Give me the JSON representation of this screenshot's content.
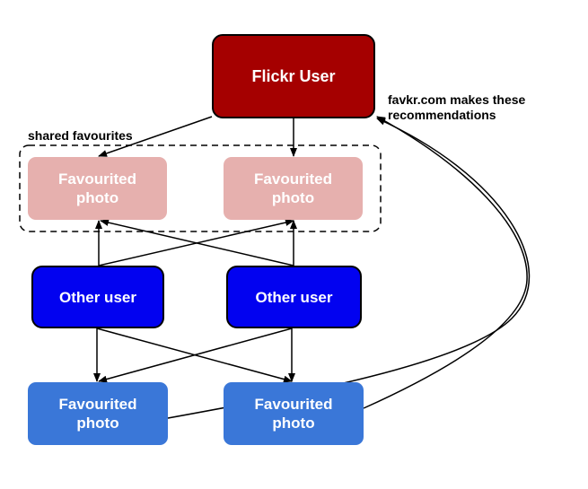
{
  "nodes": {
    "flickr_user": "Flickr User",
    "shared_photo_left": "Favourited\nphoto",
    "shared_photo_right": "Favourited\nphoto",
    "other_user_left": "Other user",
    "other_user_right": "Other user",
    "rec_photo_left": "Favourited\nphoto",
    "rec_photo_right": "Favourited\nphoto"
  },
  "labels": {
    "shared": "shared favourites",
    "recommendations": "favkr.com makes these\nrecommendations"
  },
  "colors": {
    "flickr_user": "#a50000",
    "shared_photo": "#e6b0ae",
    "other_user": "#0202f0",
    "rec_photo": "#3a77d8"
  }
}
